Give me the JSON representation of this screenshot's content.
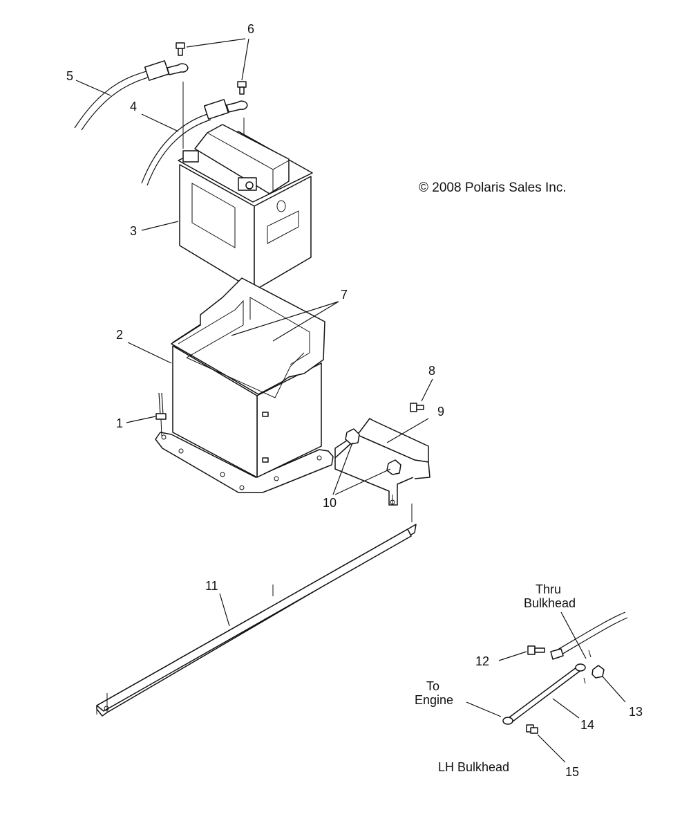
{
  "copyright": "© 2008 Polaris Sales Inc.",
  "callouts": {
    "c1": "1",
    "c2": "2",
    "c3": "3",
    "c4": "4",
    "c5": "5",
    "c6": "6",
    "c7": "7",
    "c8": "8",
    "c9": "9",
    "c10": "10",
    "c11": "11",
    "c12": "12",
    "c13": "13",
    "c14": "14",
    "c15": "15"
  },
  "notes": {
    "thru_bulkhead_1": "Thru",
    "thru_bulkhead_2": "Bulkhead",
    "to_engine_1": "To",
    "to_engine_2": "Engine",
    "lh_bulkhead": "LH Bulkhead"
  }
}
